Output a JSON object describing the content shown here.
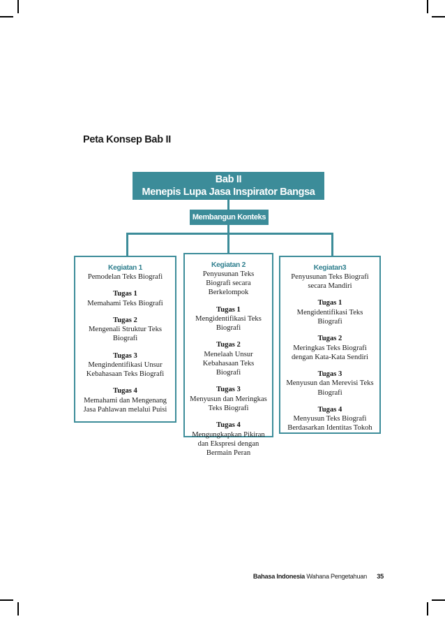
{
  "page": {
    "title": "Peta Konsep Bab II",
    "number": "35"
  },
  "concept_map": {
    "chapter": {
      "line1": "Bab II",
      "line2": "Menepis Lupa Jasa Inspirator Bangsa"
    },
    "context": {
      "label": "Membangun Konteks"
    },
    "columns": [
      {
        "title": "Kegiatan 1",
        "subtitle": "Pemodelan Teks Biografi",
        "tasks": [
          {
            "label": "Tugas 1",
            "text": "Memahami Teks Biografi"
          },
          {
            "label": "Tugas 2",
            "text": "Mengenali Struktur Teks Biografi"
          },
          {
            "label": "Tugas 3",
            "text": "Mengindentifikasi Unsur Kebahasaan Teks Biografi"
          },
          {
            "label": "Tugas 4",
            "text": "Memahami dan Mengenang Jasa Pahlawan melalui Puisi"
          }
        ]
      },
      {
        "title": "Kegiatan 2",
        "subtitle": "Penyusunan Teks Biografi secara Berkelompok",
        "tasks": [
          {
            "label": "Tugas 1",
            "text": "Mengidentifikasi Teks Biografi"
          },
          {
            "label": "Tugas 2",
            "text": "Menelaah Unsur Kebahasaan Teks Biografi"
          },
          {
            "label": "Tugas 3",
            "text": "Menyusun dan Meringkas Teks Biografi"
          },
          {
            "label": "Tugas 4",
            "text": "Mengungkapkan Pikiran dan Ekspresi dengan Bermain Peran"
          }
        ]
      },
      {
        "title": "Kegiatan3",
        "subtitle": "Penyusunan Teks Biografi secara Mandiri",
        "tasks": [
          {
            "label": "Tugas 1",
            "text": "Mengidentifikasi Teks Biografi"
          },
          {
            "label": "Tugas 2",
            "text": "Meringkas Teks Biografi dengan Kata-Kata Sendiri"
          },
          {
            "label": "Tugas 3",
            "text": "Menyusun dan Merevisi Teks Biografi"
          },
          {
            "label": "Tugas 4",
            "text": "Menyusun Teks Biografi Berdasarkan Identitas Tokoh"
          }
        ]
      }
    ]
  },
  "footer": {
    "book_title": "Bahasa Indonesia",
    "book_subtitle": "Wahana Pengetahuan",
    "page_number": "35"
  },
  "colors": {
    "teal": "#3c8c99",
    "teal_text": "#2f7f8e",
    "text": "#1a1a1a"
  }
}
